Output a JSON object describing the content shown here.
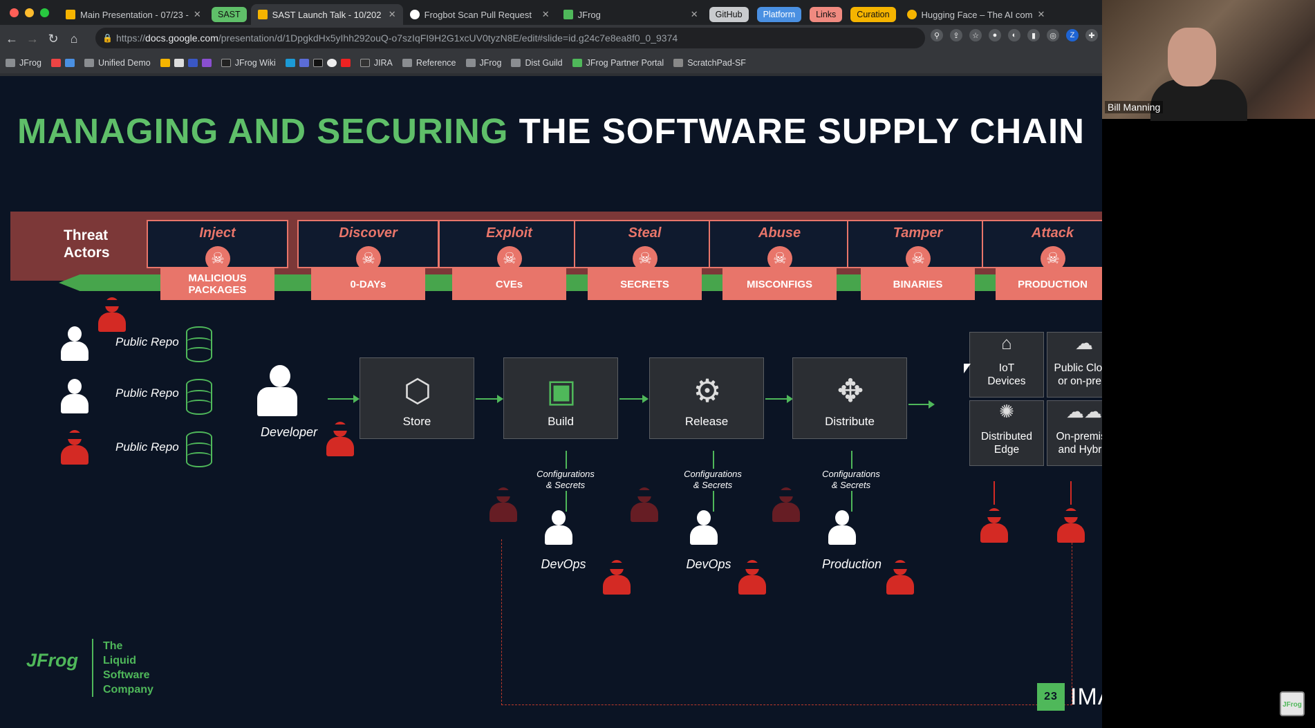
{
  "browser": {
    "tabs": [
      {
        "label": "Main Presentation - 07/23 -",
        "color": "#f5b400",
        "active": false
      },
      {
        "label": "SAST Launch Talk - 10/202",
        "color": "#f5b400",
        "active": true
      },
      {
        "label": "Frogbot Scan Pull Request",
        "color": "#ffffff",
        "active": false
      },
      {
        "label": "JFrog",
        "color": "#4fb85a",
        "active": false
      },
      {
        "label": "Hugging Face – The AI com",
        "color": "#f5b400",
        "active": false
      }
    ],
    "tab_groups": [
      {
        "label": "SAST",
        "color": "#5fbf69"
      },
      {
        "label": "GitHub",
        "color": "#c9cbce"
      },
      {
        "label": "Platform",
        "color": "#4a90e2"
      },
      {
        "label": "Links",
        "color": "#f08a80"
      },
      {
        "label": "Curation",
        "color": "#f5b400"
      }
    ],
    "url_prefix": "https://",
    "url_host": "docs.google.com",
    "url_path": "/presentation/d/1DpgkdHx5yIhh292ouQ-o7szIqFI9H2G1xcUV0tyzN8E/edit#slide=id.g24c7e8ea8f0_0_9374",
    "bookmarks": [
      "JFrog",
      "Unified Demo",
      "JFrog Wiki",
      "JIRA",
      "Reference",
      "JFrog",
      "Dist Guild",
      "JFrog Partner Portal",
      "ScratchPad-SF"
    ]
  },
  "slide": {
    "title_green": "MANAGING AND SECURING",
    "title_white": "THE SOFTWARE SUPPLY CHAIN",
    "threat_label_1": "Threat",
    "threat_label_2": "Actors",
    "threats": [
      {
        "verb": "Inject",
        "target_1": "MALICIOUS",
        "target_2": "PACKAGES"
      },
      {
        "verb": "Discover",
        "target_1": "0-DAYs",
        "target_2": ""
      },
      {
        "verb": "Exploit",
        "target_1": "CVEs",
        "target_2": ""
      },
      {
        "verb": "Steal",
        "target_1": "SECRETS",
        "target_2": ""
      },
      {
        "verb": "Abuse",
        "target_1": "MISCONFIGS",
        "target_2": ""
      },
      {
        "verb": "Tamper",
        "target_1": "BINARIES",
        "target_2": ""
      },
      {
        "verb": "Attack",
        "target_1": "PRODUCTION",
        "target_2": ""
      }
    ],
    "repo_label": "Public Repo",
    "developer_label": "Developer",
    "stages": [
      "Store",
      "Build",
      "Release",
      "Distribute"
    ],
    "config_label_1": "Configurations",
    "config_label_2": "& Secrets",
    "operators": [
      "DevOps",
      "DevOps",
      "Production"
    ],
    "targets": [
      {
        "line1": "IoT",
        "line2": "Devices"
      },
      {
        "line1": "Public Cloud",
        "line2": "or on-prem"
      },
      {
        "line1": "Distributed",
        "line2": "Edge"
      },
      {
        "line1": "On-premise",
        "line2": "and Hybrid"
      }
    ],
    "logo_name": "JFrog",
    "logo_tag_1": "The",
    "logo_tag_2": "Liquid",
    "logo_tag_3": "Software",
    "logo_tag_4": "Company",
    "event_logo": "IMAGINE",
    "event_mark": "23"
  },
  "video": {
    "participant_name": "Bill Manning"
  },
  "badge": "JFrog"
}
